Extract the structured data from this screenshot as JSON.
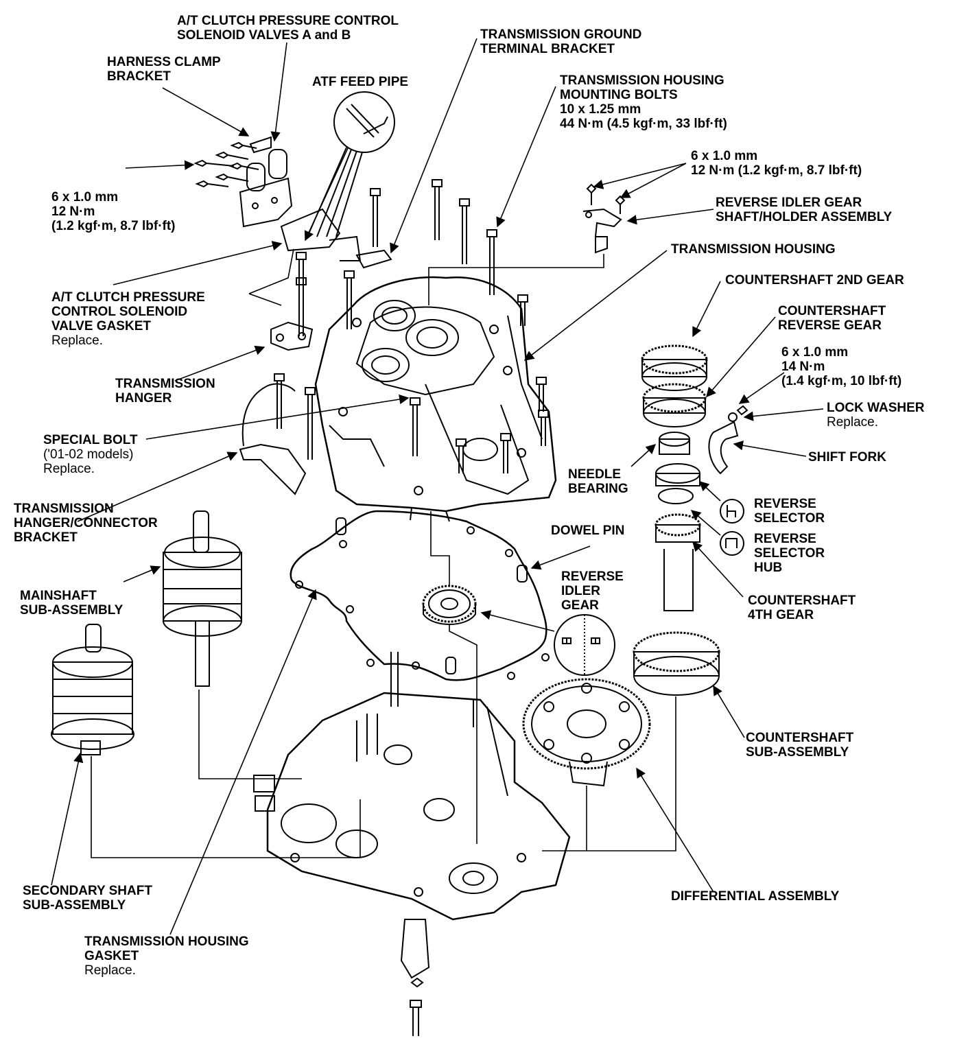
{
  "colors": {
    "ink": "#000000",
    "paper": "#ffffff"
  },
  "labels": {
    "clutch_valves": {
      "line1": "A/T CLUTCH PRESSURE CONTROL",
      "line2": "SOLENOID VALVES A and B"
    },
    "harness_clamp": {
      "line1": "HARNESS CLAMP",
      "line2": "BRACKET"
    },
    "atf_feed_pipe": {
      "line1": "ATF FEED PIPE"
    },
    "ground_terminal": {
      "line1": "TRANSMISSION GROUND",
      "line2": "TERMINAL BRACKET"
    },
    "housing_bolts": {
      "line1": "TRANSMISSION HOUSING",
      "line2": "MOUNTING BOLTS",
      "line3": "10 x 1.25 mm",
      "line4": "44 N·m (4.5 kgf·m, 33 lbf·ft)"
    },
    "bolt_6x1_a": {
      "line1": "6 x 1.0 mm",
      "line2": "12 N·m",
      "line3": "(1.2 kgf·m, 8.7 lbf·ft)"
    },
    "bolt_6x1_b": {
      "line1": "6 x 1.0 mm",
      "line2": "12 N·m (1.2 kgf·m, 8.7 lbf·ft)"
    },
    "reverse_idler_shaft": {
      "line1": "REVERSE IDLER GEAR",
      "line2": "SHAFT/HOLDER ASSEMBLY"
    },
    "transmission_housing": {
      "line1": "TRANSMISSION HOUSING"
    },
    "valve_gasket": {
      "line1": "A/T CLUTCH PRESSURE",
      "line2": "CONTROL SOLENOID",
      "line3": "VALVE GASKET",
      "line4": "Replace."
    },
    "countershaft_2nd": {
      "line1": "COUNTERSHAFT 2ND GEAR"
    },
    "countershaft_reverse": {
      "line1": "COUNTERSHAFT",
      "line2": "REVERSE GEAR"
    },
    "bolt_6x1_c": {
      "line1": "6 x 1.0 mm",
      "line2": "14 N·m",
      "line3": "(1.4 kgf·m, 10 lbf·ft)"
    },
    "transmission_hanger": {
      "line1": "TRANSMISSION",
      "line2": "HANGER"
    },
    "lock_washer": {
      "line1": "LOCK WASHER",
      "line2": "Replace."
    },
    "special_bolt": {
      "line1": "SPECIAL BOLT",
      "line2": "('01-02 models)",
      "line3": "Replace."
    },
    "shift_fork": {
      "line1": "SHIFT FORK"
    },
    "needle_bearing": {
      "line1": "NEEDLE",
      "line2": "BEARING"
    },
    "reverse_selector": {
      "line1": "REVERSE",
      "line2": "SELECTOR"
    },
    "hanger_connector": {
      "line1": "TRANSMISSION",
      "line2": "HANGER/CONNECTOR",
      "line3": "BRACKET"
    },
    "dowel_pin": {
      "line1": "DOWEL PIN"
    },
    "reverse_selector_hub": {
      "line1": "REVERSE",
      "line2": "SELECTOR",
      "line3": "HUB"
    },
    "reverse_idler_gear": {
      "line1": "REVERSE",
      "line2": "IDLER",
      "line3": "GEAR"
    },
    "mainshaft": {
      "line1": "MAINSHAFT",
      "line2": "SUB-ASSEMBLY"
    },
    "countershaft_4th": {
      "line1": "COUNTERSHAFT",
      "line2": "4TH GEAR"
    },
    "countershaft_sub": {
      "line1": "COUNTERSHAFT",
      "line2": "SUB-ASSEMBLY"
    },
    "secondary_shaft": {
      "line1": "SECONDARY SHAFT",
      "line2": "SUB-ASSEMBLY"
    },
    "differential": {
      "line1": "DIFFERENTIAL ASSEMBLY"
    },
    "housing_gasket": {
      "line1": "TRANSMISSION HOUSING",
      "line2": "GASKET",
      "line3": "Replace."
    }
  }
}
